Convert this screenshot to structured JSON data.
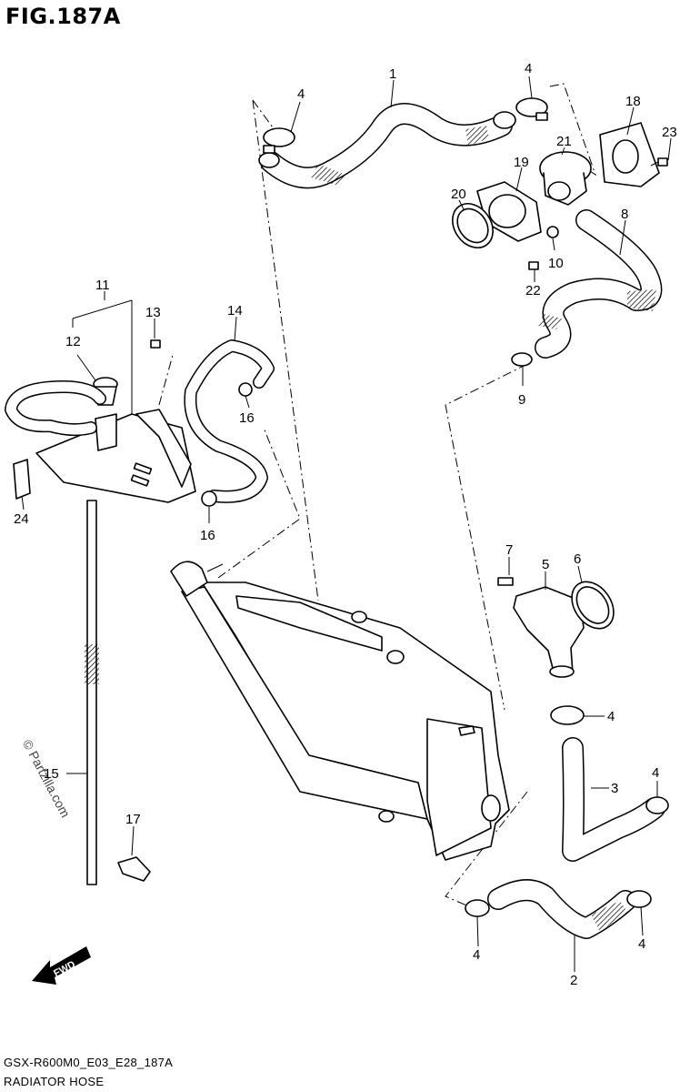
{
  "figure": {
    "title": "FIG.187A",
    "model_code": "GSX-R600M0_E03_E28_187A",
    "name": "RADIATOR HOSE",
    "watermark": "© Partzilla.com",
    "direction_badge": "FWD"
  },
  "callouts": {
    "c1": "1",
    "c2": "2",
    "c3": "3",
    "c4a": "4",
    "c4b": "4",
    "c4c": "4",
    "c4d": "4",
    "c4e": "4",
    "c4f": "4",
    "c5": "5",
    "c6": "6",
    "c7": "7",
    "c8": "8",
    "c9": "9",
    "c10": "10",
    "c11": "11",
    "c12": "12",
    "c13": "13",
    "c14": "14",
    "c15": "15",
    "c16a": "16",
    "c16b": "16",
    "c17": "17",
    "c18": "18",
    "c19": "19",
    "c20": "20",
    "c21": "21",
    "c22": "22",
    "c23": "23",
    "c24": "24"
  }
}
